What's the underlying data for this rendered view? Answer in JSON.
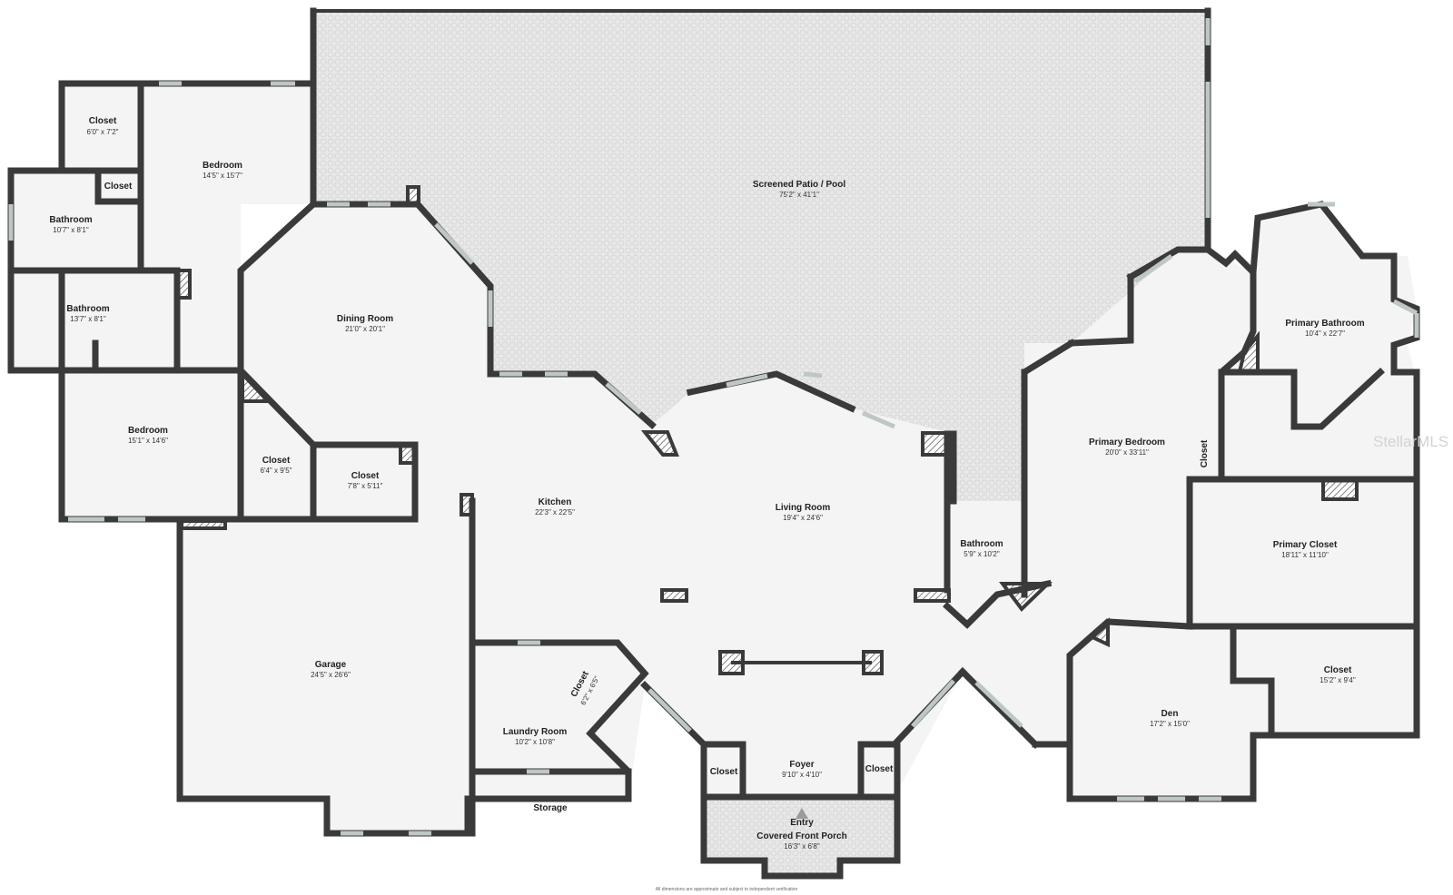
{
  "rooms": {
    "screened_patio": {
      "name": "Screened Patio / Pool",
      "dim": "75'2\" x 41'1\""
    },
    "closet_top_left": {
      "name": "Closet",
      "dim": "6'0\" x 7'2\""
    },
    "bedroom_top": {
      "name": "Bedroom",
      "dim": "14'5\" x 15'7\""
    },
    "closet_small_top": {
      "name": "Closet",
      "dim": ""
    },
    "bathroom_top": {
      "name": "Bathroom",
      "dim": "10'7\" x 8'1\""
    },
    "bathroom_mid": {
      "name": "Bathroom",
      "dim": "13'7\" x 8'1\""
    },
    "dining_room": {
      "name": "Dining Room",
      "dim": "21'0\" x 20'1\""
    },
    "bedroom_left": {
      "name": "Bedroom",
      "dim": "15'1\" x 14'6\""
    },
    "closet_mid": {
      "name": "Closet",
      "dim": "6'4\" x 9'5\""
    },
    "closet_mid2": {
      "name": "Closet",
      "dim": "7'8\" x 5'11\""
    },
    "kitchen": {
      "name": "Kitchen",
      "dim": "22'3\" x 22'5\""
    },
    "living_room": {
      "name": "Living Room",
      "dim": "19'4\" x 24'6\""
    },
    "bathroom_center": {
      "name": "Bathroom",
      "dim": "5'9\" x 10'2\""
    },
    "primary_bedroom": {
      "name": "Primary Bedroom",
      "dim": "20'0\" x 33'11\""
    },
    "primary_bathroom": {
      "name": "Primary Bathroom",
      "dim": "10'4\" x 22'7\""
    },
    "closet_primary_small": {
      "name": "Closet",
      "dim": ""
    },
    "primary_closet": {
      "name": "Primary Closet",
      "dim": "18'11\" x 11'10\""
    },
    "garage": {
      "name": "Garage",
      "dim": "24'5\" x 26'6\""
    },
    "closet_laundry": {
      "name": "Closet",
      "dim": "6'2\" x 6'5\""
    },
    "laundry_room": {
      "name": "Laundry Room",
      "dim": "10'2\" x 10'8\""
    },
    "storage": {
      "name": "Storage",
      "dim": ""
    },
    "foyer": {
      "name": "Foyer",
      "dim": "9'10\" x 4'10\""
    },
    "closet_foyer_left": {
      "name": "Closet",
      "dim": ""
    },
    "closet_foyer_right": {
      "name": "Closet",
      "dim": ""
    },
    "entry": {
      "name": "Entry",
      "dim": ""
    },
    "covered_porch": {
      "name": "Covered Front Porch",
      "dim": "16'3\" x 6'8\""
    },
    "den": {
      "name": "Den",
      "dim": "17'2\" x 15'0\""
    },
    "closet_den": {
      "name": "Closet",
      "dim": "15'2\" x 9'4\""
    }
  },
  "footer": {
    "disclaimer": "All dimensions are approximate and subject to independent verification"
  },
  "watermark": "StellarMLS",
  "colors": {
    "wall": "#3a3a3a",
    "floor": "#f4f4f4",
    "window": "#bfc6c6",
    "patio": "#e6e6e6"
  }
}
